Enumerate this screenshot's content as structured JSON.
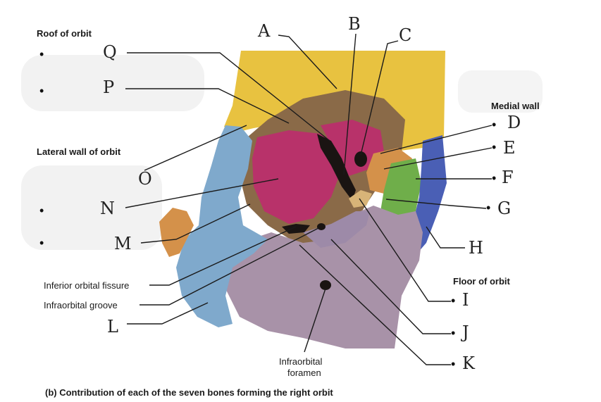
{
  "headers": {
    "roof": "Roof of orbit",
    "lateral": "Lateral wall of orbit",
    "medial": "Medial wall",
    "floor": "Floor of orbit"
  },
  "labels": {
    "inferior_orbital_fissure": "Inferior orbital fissure",
    "infraorbital_groove": "Infraorbital groove",
    "infraorbital_foramen_line1": "Infraorbital",
    "infraorbital_foramen_line2": "foramen"
  },
  "letters": {
    "A": "A",
    "B": "B",
    "C": "C",
    "D": "D",
    "E": "E",
    "F": "F",
    "G": "G",
    "H": "H",
    "I": "I",
    "J": "J",
    "K": "K",
    "L": "L",
    "M": "M",
    "N": "N",
    "O": "O",
    "P": "P",
    "Q": "Q"
  },
  "caption": "(b) Contribution of each of the seven bones forming the right orbit",
  "bone_colors": {
    "frontal": "#e8c240",
    "sphenoid": "#b8326a",
    "zygomatic": "#7fa9cc",
    "maxilla": "#a892a8",
    "ethmoid": "#d4914a",
    "lacrimal": "#6fae4a",
    "nasal": "#4a5fb5",
    "palatine": "#d8b478",
    "orbit_shadow": "#8a6a48"
  }
}
